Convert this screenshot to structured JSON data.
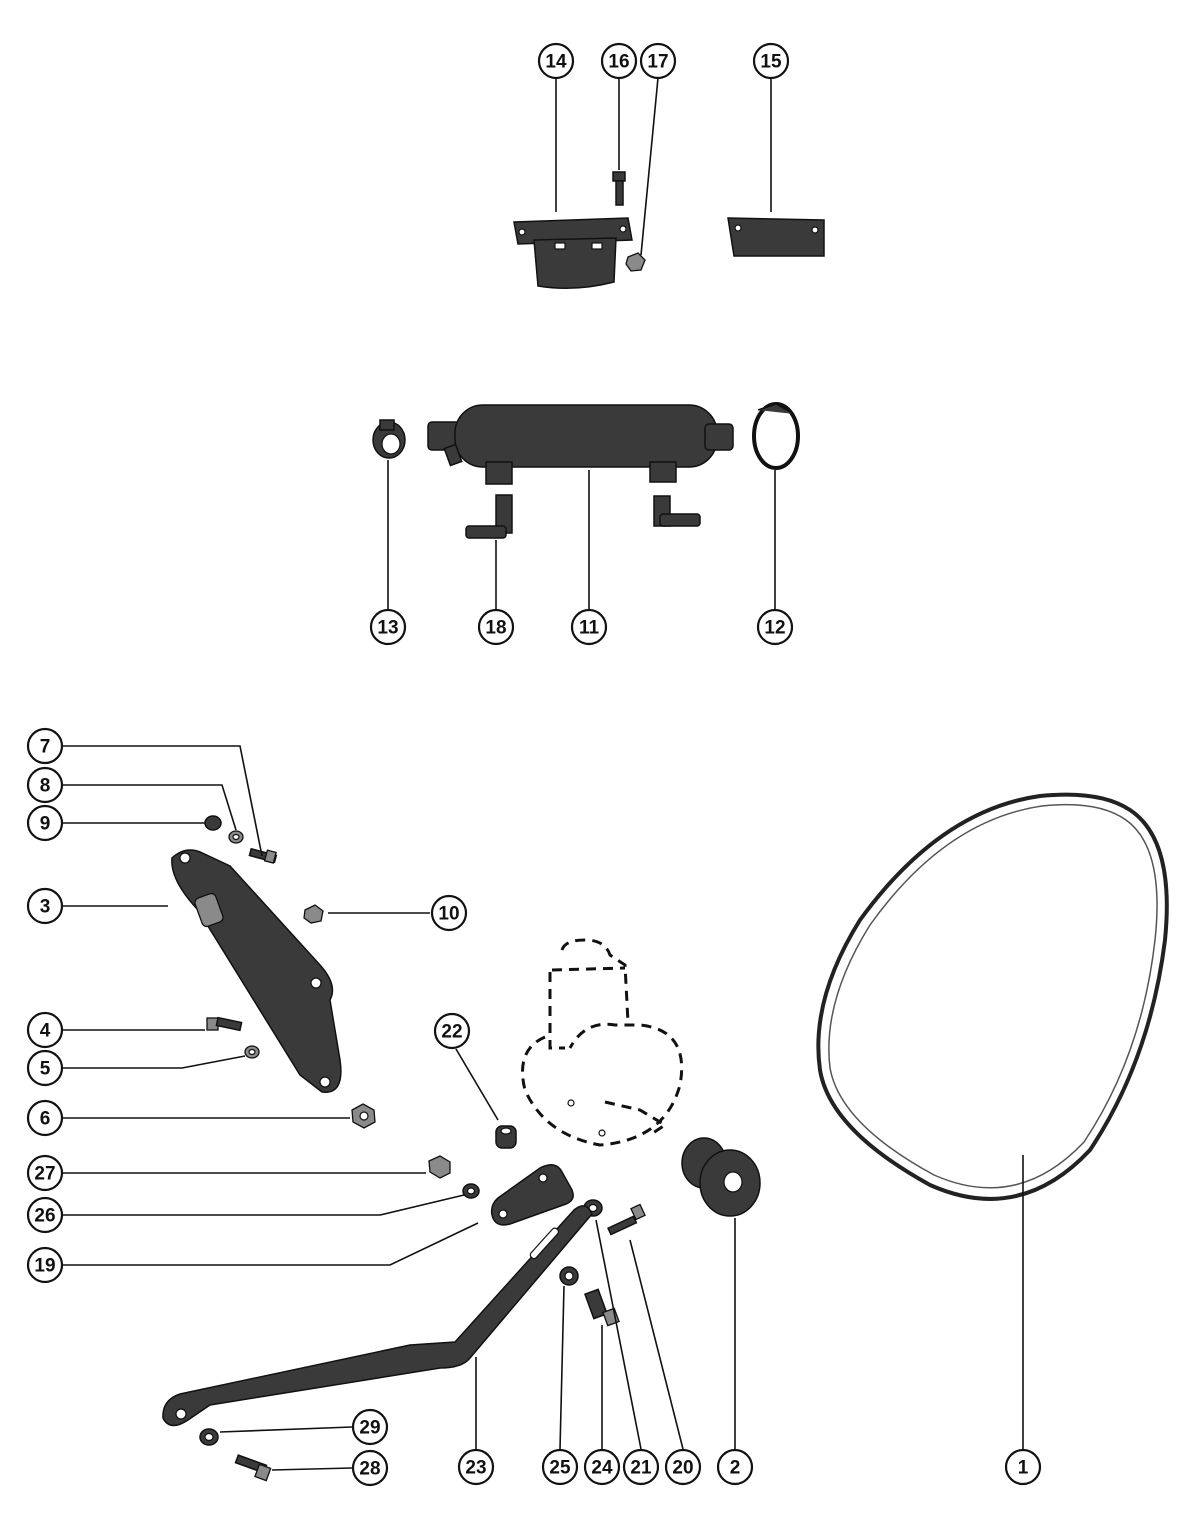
{
  "callouts": {
    "c1": "1",
    "c2": "2",
    "c3": "3",
    "c4": "4",
    "c5": "5",
    "c6": "6",
    "c7": "7",
    "c8": "8",
    "c9": "9",
    "c10": "10",
    "c11": "11",
    "c12": "12",
    "c13": "13",
    "c14": "14",
    "c15": "15",
    "c16": "16",
    "c17": "17",
    "c18": "18",
    "c19": "19",
    "c20": "20",
    "c21": "21",
    "c22": "22",
    "c23": "23",
    "c24": "24",
    "c25": "25",
    "c26": "26",
    "c27": "27",
    "c28": "28",
    "c29": "29"
  }
}
